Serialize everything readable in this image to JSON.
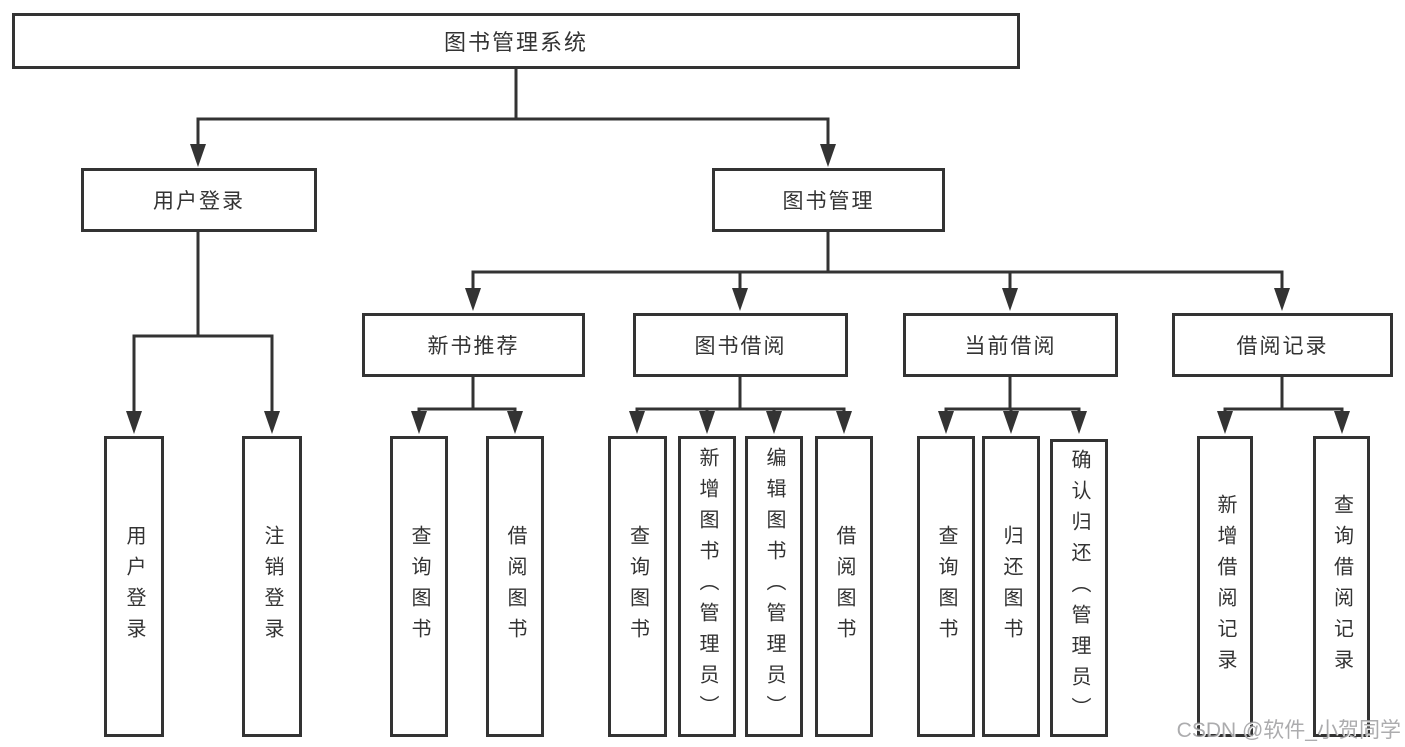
{
  "diagram": {
    "title": "图书管理系统",
    "branches": {
      "user_login": "用户登录",
      "book_management": "图书管理"
    },
    "modules": {
      "new_book_recommend": "新书推荐",
      "book_borrow": "图书借阅",
      "current_borrow": "当前借阅",
      "borrow_records": "借阅记录"
    },
    "leaves": {
      "user_login": "用户登录",
      "logout": "注销登录",
      "nbr_query_books": "查询图书",
      "nbr_borrow_books": "借阅图书",
      "bb_query_books": "查询图书",
      "bb_add_books": "新增图书（管理员）",
      "bb_edit_books": "编辑图书（管理员）",
      "bb_borrow_books": "借阅图书",
      "cb_query_books": "查询图书",
      "cb_return_books": "归还图书",
      "cb_confirm_return": "确认归还（管理员）",
      "br_add_record": "新增借阅记录",
      "br_query_record": "查询借阅记录"
    }
  },
  "watermark": "CSDN @软件_小贺同学",
  "colors": {
    "line": "#333333",
    "text": "#333333",
    "watermark": "#9e9ea0"
  }
}
